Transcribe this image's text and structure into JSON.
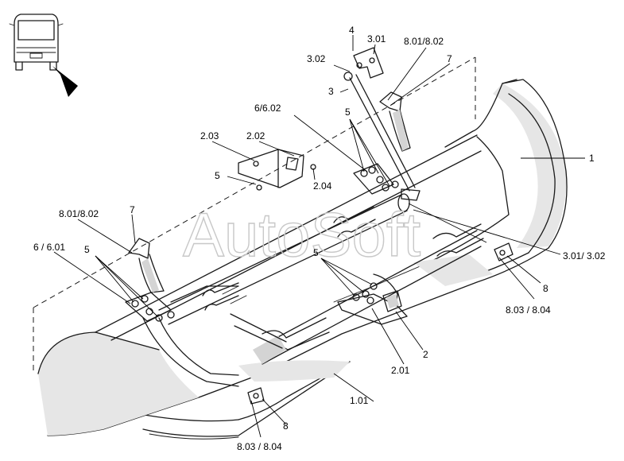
{
  "watermark": "AutoSoft",
  "labels": {
    "l_4": "4",
    "l_301_top": "3.01",
    "l_801_802_top": "8.01/8.02",
    "l_302_top": "3.02",
    "l_7_top": "7",
    "l_3": "3",
    "l_6_602": "6/6.02",
    "l_5_hinge_top": "5",
    "l_203": "2.03",
    "l_202": "2.02",
    "l_1": "1",
    "l_5_bracket": "5",
    "l_204": "2.04",
    "l_801_802_left": "8.01/8.02",
    "l_7_left": "7",
    "l_6_601": "6 / 6.01",
    "l_5_left": "5",
    "l_5_center": "5",
    "l_301_302_right": "3.01/ 3.02",
    "l_8_right": "8",
    "l_803_804_right": "8.03 / 8.04",
    "l_2": "2",
    "l_201": "2.01",
    "l_101": "1.01",
    "l_8_bottom": "8",
    "l_803_804_bottom": "8.03 / 8.04"
  }
}
